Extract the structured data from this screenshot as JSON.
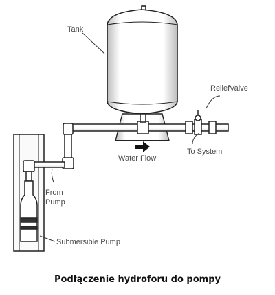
{
  "labels": {
    "tank": "Tank",
    "relief_valve": "ReliefValve",
    "to_system": "To System",
    "water_flow": "Water Flow",
    "from_pump_line1": "From",
    "from_pump_line2": "Pump",
    "submersible_pump": "Submersible Pump"
  },
  "caption": "Podłączenie hydroforu do pompy",
  "colors": {
    "line": "#222222",
    "shade": "#d9d9d9",
    "caption": "#111111"
  }
}
